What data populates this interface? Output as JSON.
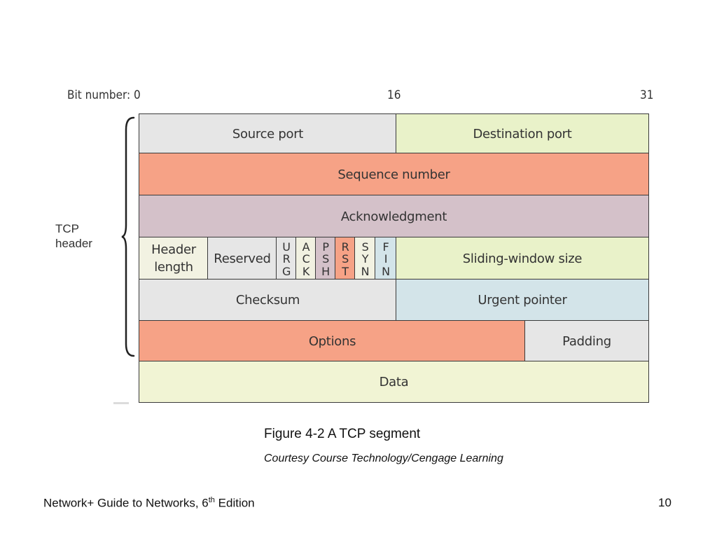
{
  "bit_numbers": {
    "label": "Bit number: 0",
    "mid": "16",
    "end": "31"
  },
  "side_label": {
    "line1": "TCP",
    "line2": "header"
  },
  "fields": {
    "source_port": "Source port",
    "destination_port": "Destination port",
    "sequence_number": "Sequence number",
    "acknowledgment": "Acknowledgment",
    "header_length_line1": "Header",
    "header_length_line2": "length",
    "reserved": "Reserved",
    "sliding_window": "Sliding-window size",
    "checksum": "Checksum",
    "urgent_pointer": "Urgent pointer",
    "options": "Options",
    "padding": "Padding",
    "data": "Data"
  },
  "flags": [
    {
      "letters": [
        "U",
        "R",
        "G"
      ]
    },
    {
      "letters": [
        "A",
        "C",
        "K"
      ]
    },
    {
      "letters": [
        "P",
        "S",
        "H"
      ]
    },
    {
      "letters": [
        "R",
        "S",
        "T"
      ]
    },
    {
      "letters": [
        "S",
        "Y",
        "N"
      ]
    },
    {
      "letters": [
        "F",
        "I",
        "N"
      ]
    }
  ],
  "colors": {
    "gray": "#e6e6e6",
    "green": "#e9f2c9",
    "salmon": "#f6a286",
    "mauve": "#d4c1c9",
    "blue": "#d3e4e9"
  },
  "caption": "Figure 4-2 A TCP segment",
  "credit": "Courtesy Course Technology/Cengage Learning",
  "footer": {
    "title_prefix": "Network+ Guide to Networks, 6",
    "title_sup": "th",
    "title_suffix": " Edition",
    "page_number": "10"
  }
}
